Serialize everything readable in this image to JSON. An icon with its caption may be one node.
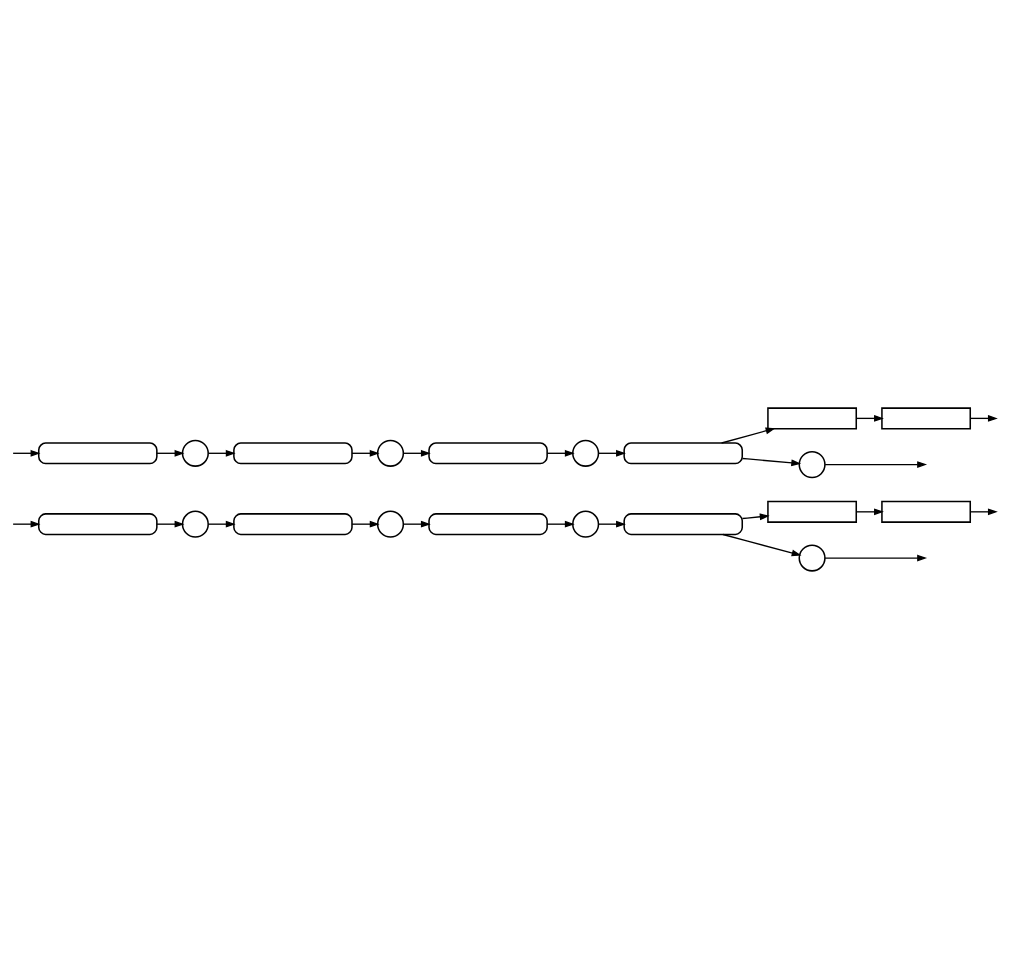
{
  "diagram": {
    "nodes": [
      {
        "text": [],
        "shape": "box"
      },
      {
        "text": [],
        "shape": "circle"
      },
      {
        "text": [],
        "shape": "box"
      },
      {
        "text": [],
        "shape": "circle"
      },
      {
        "text": [],
        "shape": "box"
      },
      {
        "text": [],
        "shape": "circle"
      },
      {
        "text": [],
        "shape": "box"
      },
      {
        "text": [],
        "shape": "rectangle"
      },
      {
        "text": [],
        "shape": "rectangle"
      },
      {
        "text": [],
        "shape": "circle"
      },
      {
        "text": [],
        "shape": "box"
      },
      {
        "text": [],
        "shape": "circle"
      },
      {
        "text": [],
        "shape": "box"
      },
      {
        "text": [],
        "shape": "circle"
      },
      {
        "text": [],
        "shape": "box"
      },
      {
        "text": [],
        "shape": "circle"
      },
      {
        "text": [],
        "shape": "box"
      },
      {
        "text": [],
        "shape": "rectangle"
      },
      {
        "text": [],
        "shape": "rectangle"
      },
      {
        "text": [],
        "shape": "circle"
      }
    ],
    "edges": [
      {
        "from": null,
        "to": 0,
        "arrow": "to"
      },
      {
        "from": 0,
        "to": 1,
        "arrow": "to"
      },
      {
        "from": 1,
        "to": 2,
        "arrow": "to"
      },
      {
        "from": 2,
        "to": 3,
        "arrow": "to"
      },
      {
        "from": 3,
        "to": 4,
        "arrow": "to"
      },
      {
        "from": 4,
        "to": 5,
        "arrow": "to"
      },
      {
        "from": 5,
        "to": 6,
        "arrow": "to"
      },
      {
        "from": 6,
        "to": 7,
        "arrow": "to"
      },
      {
        "from": 7,
        "to": 8,
        "arrow": "to"
      },
      {
        "from": 6,
        "to": 9,
        "arrow": "to"
      },
      {
        "from": 8,
        "to": null,
        "arrow": "to"
      },
      {
        "from": 9,
        "to": null,
        "arrow": "to"
      },
      {
        "from": null,
        "to": 10,
        "arrow": "to"
      },
      {
        "from": 10,
        "to": 11,
        "arrow": "to"
      },
      {
        "from": 11,
        "to": 12,
        "arrow": "to"
      },
      {
        "from": 12,
        "to": 13,
        "arrow": "to"
      },
      {
        "from": 13,
        "to": 14,
        "arrow": "to"
      },
      {
        "from": 14,
        "to": 15,
        "arrow": "to"
      },
      {
        "from": 15,
        "to": 16,
        "arrow": "to"
      },
      {
        "from": 16,
        "to": 17,
        "arrow": "to"
      },
      {
        "from": 17,
        "to": 18,
        "arrow": "to"
      },
      {
        "from": 16,
        "to": 19,
        "arrow": "to"
      },
      {
        "from": 18,
        "to": null,
        "arrow": "to"
      },
      {
        "from": 19,
        "to": null,
        "arrow": "to"
      }
    ]
  }
}
